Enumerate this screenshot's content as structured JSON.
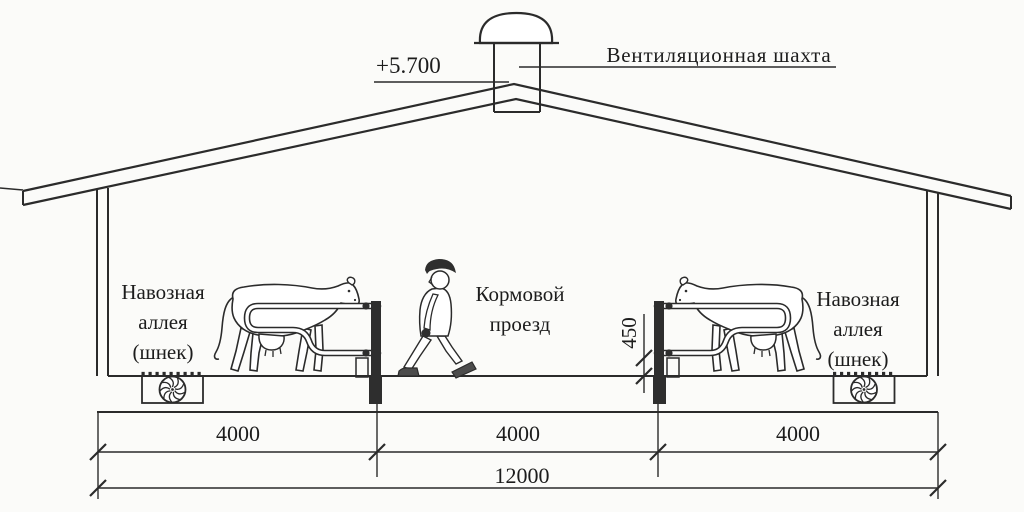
{
  "drawing": {
    "elevation_mark": "+5.700",
    "ventilation_label": "Вентиляционная шахта",
    "manure_alley_left": {
      "line1": "Навозная",
      "line2": "аллея",
      "line3": "(шнек)"
    },
    "feed_passage": {
      "line1": "Кормовой",
      "line2": "проезд"
    },
    "manure_alley_right": {
      "line1": "Навозная",
      "line2": "аллея",
      "line3": "(шнек)"
    },
    "rail_height_mm": "450",
    "dimensions": {
      "span1": "4000",
      "span2": "4000",
      "span3": "4000",
      "total": "12000"
    },
    "colors": {
      "line": "#2b2b2b",
      "paper": "#fbfbf9",
      "post": "#2e2e2e"
    }
  }
}
